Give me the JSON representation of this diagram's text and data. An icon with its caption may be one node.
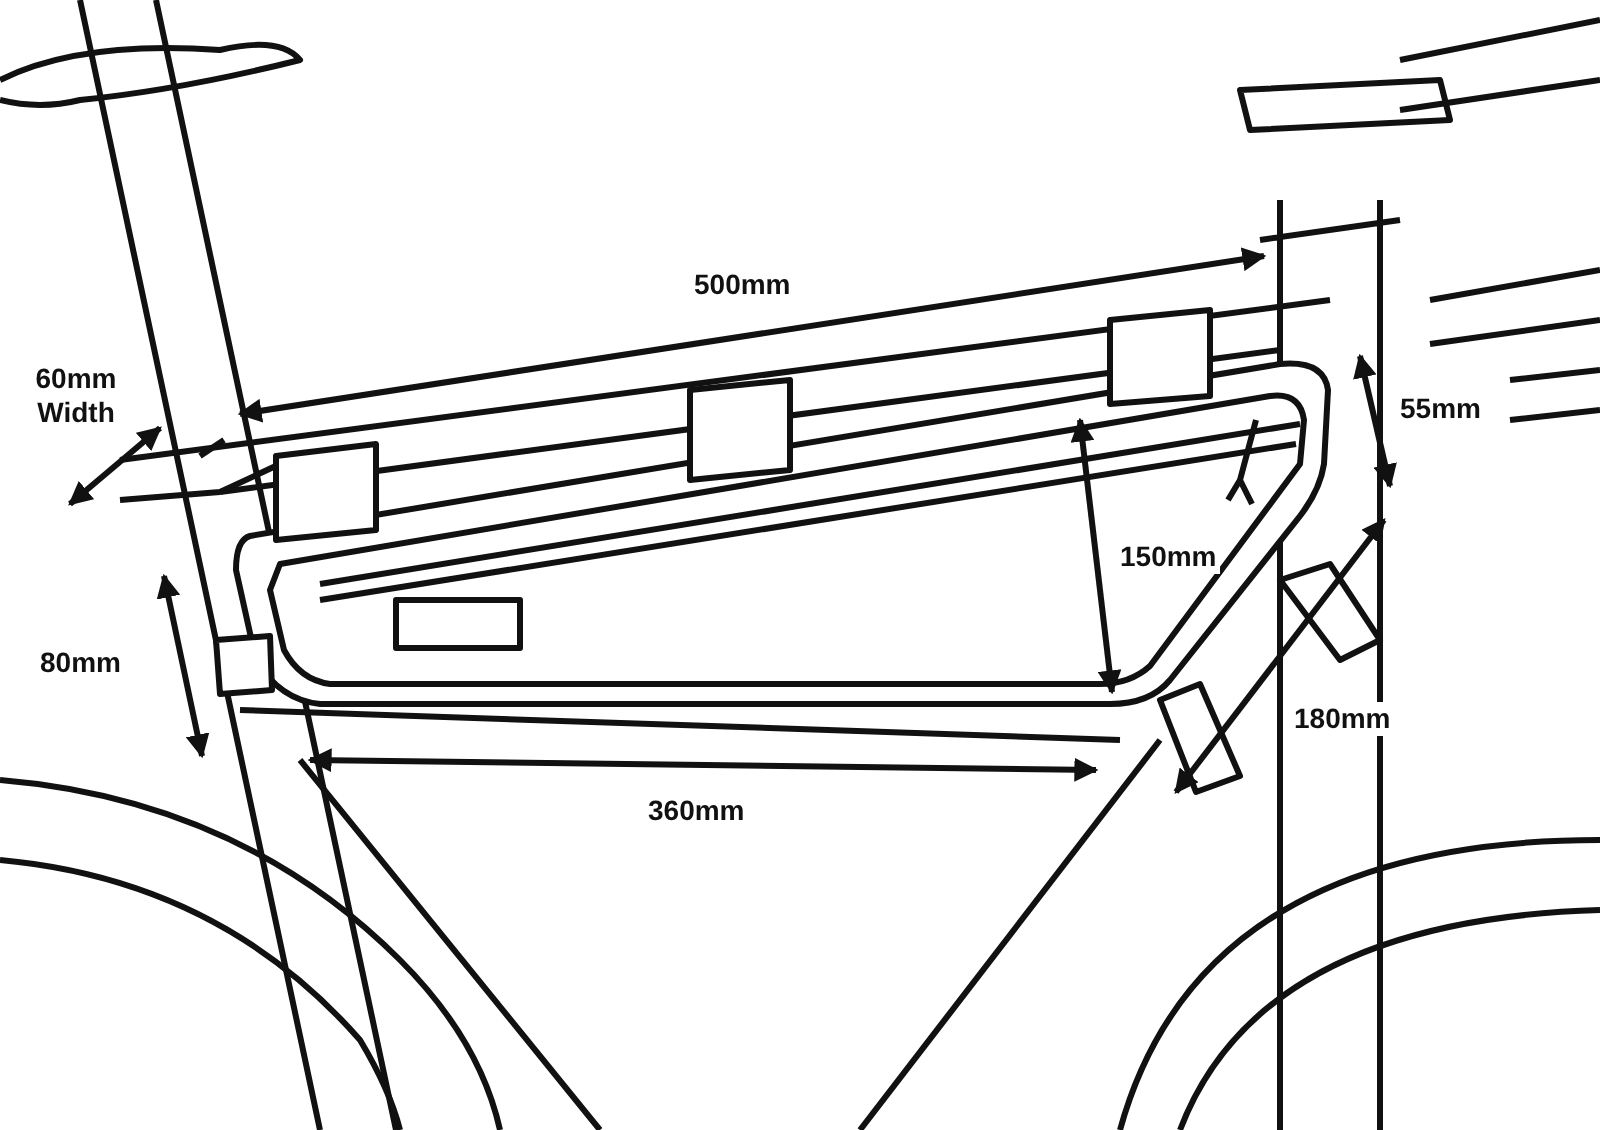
{
  "diagram": {
    "labels": [
      "500mm",
      "60mm Width",
      "55mm",
      "150mm",
      "80mm",
      "180mm",
      "360mm"
    ]
  }
}
